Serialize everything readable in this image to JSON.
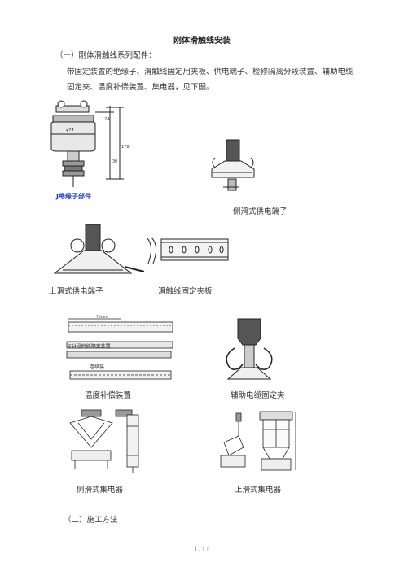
{
  "header_mark": "· · ·",
  "title": "刚体滑触线安装",
  "section1": "（一）刚体滑触线系列配件：",
  "paragraph": "带固定装置的绝缘子、滑触线固定用夹板、供电端子、检修隔离分段装置、辅助电缆固定夹、温度补偿装置、集电器，见下图。",
  "figures": {
    "insulator": {
      "label": "J绝缘子部件",
      "dims": [
        "124",
        "φ74",
        "30",
        "178"
      ]
    },
    "side_terminal": {
      "caption": "侧滑式供电端子"
    },
    "top_terminal": {
      "caption": "上滑式供电端子"
    },
    "clamp_plate": {
      "caption": "滑触线固定夹板"
    },
    "temp_comp": {
      "caption": "温度补偿装置",
      "labels": [
        "70mm",
        "E分段检修隔离装置",
        "连续装"
      ]
    },
    "aux_clamp": {
      "caption": "辅助电缆固定夹"
    },
    "side_collector": {
      "caption": "侧滑式集电器"
    },
    "top_collector": {
      "caption": "上滑式集电器"
    }
  },
  "section2": "（二）施工方法",
  "footer": {
    "page": "1",
    "suffix": "/ 1 8"
  }
}
